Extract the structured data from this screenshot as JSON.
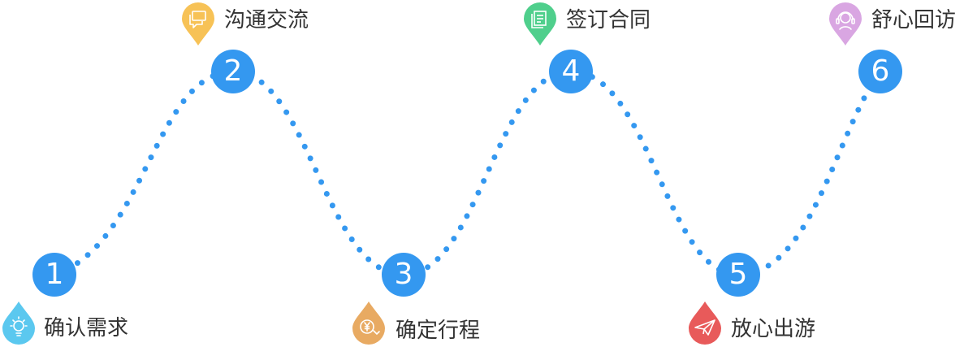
{
  "colors": {
    "path": "#3498f0",
    "circle": "#3498f0",
    "text": "#333333"
  },
  "steps": [
    {
      "number": "1",
      "label": "确认需求",
      "icon": "lightbulb-icon",
      "pin_color": "#5bc8ef"
    },
    {
      "number": "2",
      "label": "沟通交流",
      "icon": "chat-bubbles-icon",
      "pin_color": "#f7c256"
    },
    {
      "number": "3",
      "label": "确定行程",
      "icon": "yen-money-icon",
      "pin_color": "#e8aa62"
    },
    {
      "number": "4",
      "label": "签订合同",
      "icon": "document-icon",
      "pin_color": "#4fcf8c"
    },
    {
      "number": "5",
      "label": "放心出游",
      "icon": "paper-plane-icon",
      "pin_color": "#e85a5a"
    },
    {
      "number": "6",
      "label": "舒心回访",
      "icon": "headset-icon",
      "pin_color": "#d9a6e2"
    }
  ]
}
